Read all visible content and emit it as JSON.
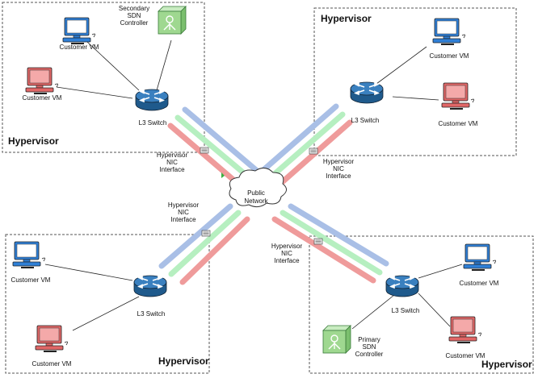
{
  "hypervisors": {
    "top_left": {
      "title": "Hypervisor",
      "switch_label": "L3 Switch",
      "vm_top": "Customer VM",
      "vm_bottom": "Customer VM",
      "controller": [
        "Secondary",
        "SDN",
        "Controller"
      ]
    },
    "top_right": {
      "title": "Hypervisor",
      "switch_label": "L3 Switch",
      "vm_top": "Customer VM",
      "vm_bottom": "Customer VM"
    },
    "bottom_left": {
      "title": "Hypervisor",
      "switch_label": "L3 Switch",
      "vm_top": "Customer VM",
      "vm_bottom": "Customer VM"
    },
    "bottom_right": {
      "title": "Hypervisor",
      "switch_label": "L3 Switch",
      "vm_top": "Customer VM",
      "vm_bottom": "Customer VM",
      "controller": [
        "Primary",
        "SDN",
        "Controller"
      ]
    }
  },
  "nic_interface": [
    "Hypervisor",
    "NIC",
    "Interface"
  ],
  "public_network": [
    "Public",
    "Network"
  ],
  "colors": {
    "vm_blue": "#2f7fd6",
    "vm_red": "#e06666",
    "switch": "#2f6fa8",
    "controller": "#8fd18f",
    "tube_blue": "#a9bfe6",
    "tube_green": "#b6efc0",
    "tube_red": "#ef9b9b"
  },
  "icons": {
    "vm": "computer-monitor-icon",
    "switch": "router-icon",
    "controller": "sdn-controller-icon",
    "cloud": "cloud-icon",
    "nic": "nic-interface-icon"
  }
}
